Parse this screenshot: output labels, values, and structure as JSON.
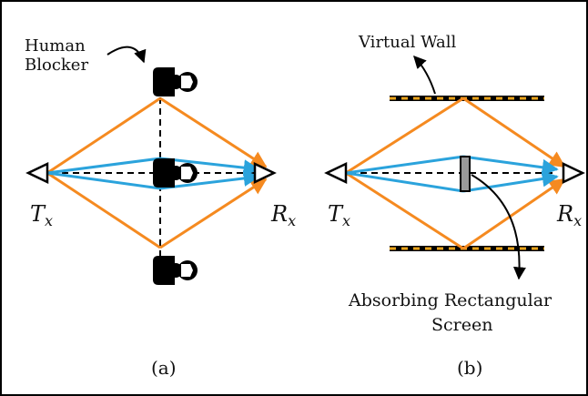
{
  "panel_a": {
    "blocker_label_line1": "Human",
    "blocker_label_line2": "Blocker",
    "tx_symbol": "T",
    "tx_subscript": "x",
    "rx_symbol": "R",
    "rx_subscript": "x",
    "caption": "(a)"
  },
  "panel_b": {
    "wall_label": "Virtual Wall",
    "screen_label_line1": "Absorbing Rectangular",
    "screen_label_line2": "Screen",
    "tx_symbol": "T",
    "tx_subscript": "x",
    "rx_symbol": "R",
    "rx_subscript": "x",
    "caption": "(b)"
  },
  "colors": {
    "reflected_path": "#f58a20",
    "direct_path": "#2ba3dc",
    "wall_stripe": "#e8a21a",
    "screen_fill": "#9a9a9a",
    "ink": "#000000"
  }
}
